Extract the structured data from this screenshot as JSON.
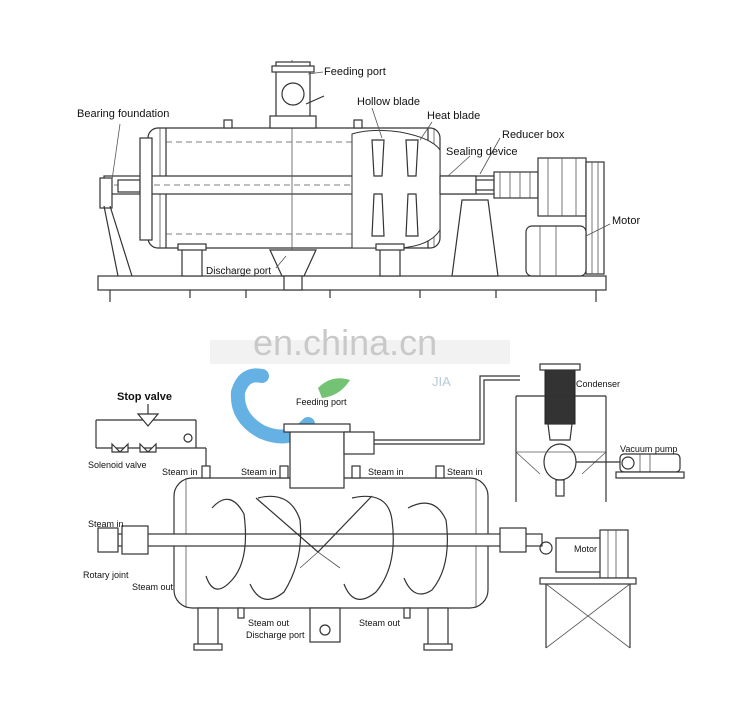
{
  "watermark": {
    "text": "en.china.cn",
    "brand_small": "JIA",
    "logo_color": "#4aa3df",
    "logo_accent": "#5cb85c"
  },
  "top_diagram": {
    "labels": {
      "feeding_port": "Feeding port",
      "bearing_foundation": "Bearing foundation",
      "hollow_blade": "Hollow blade",
      "heat_blade": "Heat blade",
      "reducer_box": "Reducer box",
      "sealing_device": "Sealing device",
      "motor": "Motor",
      "discharge_port": "Discharge port"
    }
  },
  "bottom_diagram": {
    "labels": {
      "stop_valve": "Stop valve",
      "feeding_port": "Feeding port",
      "condenser": "Condenser",
      "solenoid_valve": "Solenoid valve",
      "vacuum_pump": "Vacuum pump",
      "steam_in_1": "Steam in",
      "steam_in_2": "Steam in",
      "steam_in_3": "Steam in",
      "steam_in_4": "Steam in",
      "steam_in_left": "Steam in",
      "motor": "Motor",
      "rotary_joint": "Rotary joint",
      "steam_out_left": "Steam out",
      "steam_out_mid": "Steam out",
      "discharge_port": "Discharge port",
      "steam_out_right": "Steam out"
    }
  }
}
